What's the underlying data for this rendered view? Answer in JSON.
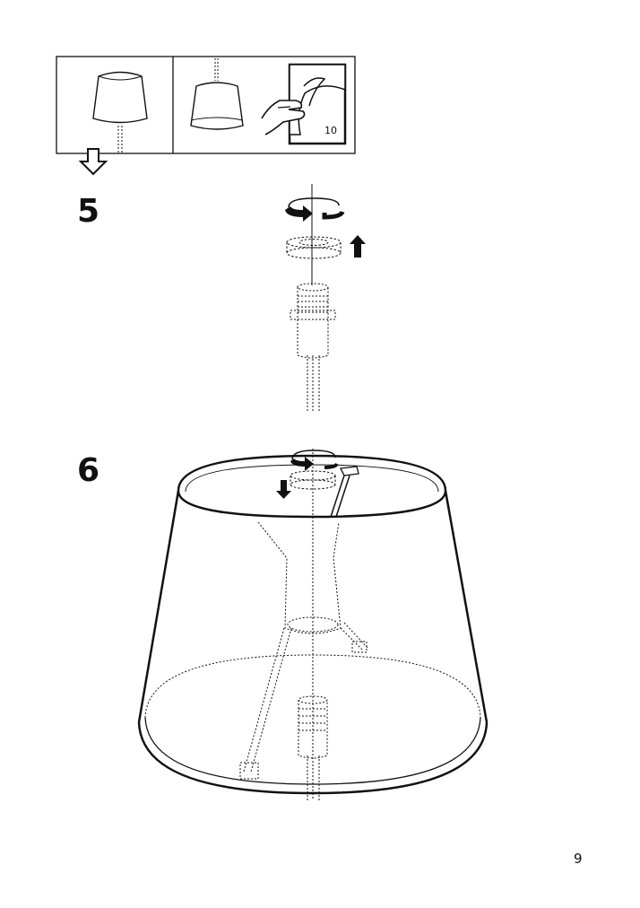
{
  "overview_panel": {
    "page_reference": "10"
  },
  "steps": [
    {
      "number": "5"
    },
    {
      "number": "6"
    }
  ],
  "footer": {
    "page_number": "9"
  }
}
